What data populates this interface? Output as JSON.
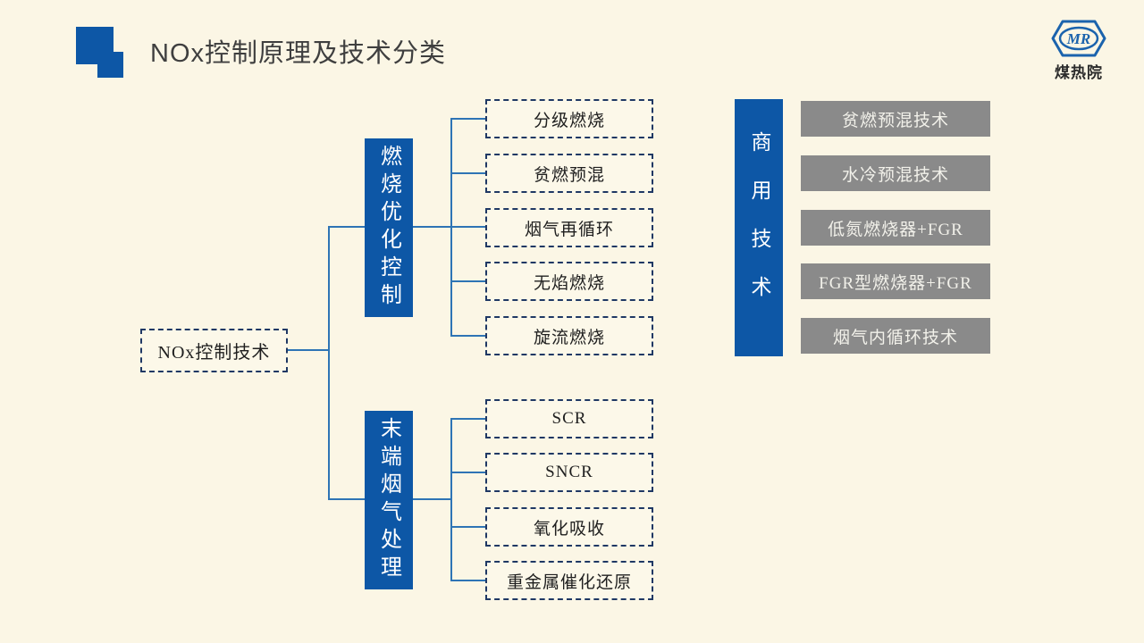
{
  "slide": {
    "title": "NOx控制原理及技术分类"
  },
  "logo": {
    "monogram": "MR",
    "org_name": "煤热院"
  },
  "diagram": {
    "root": {
      "label": "NOx控制技术"
    },
    "branches": [
      {
        "label": "燃烧优化控制",
        "children": [
          "分级燃烧",
          "贫燃预混",
          "烟气再循环",
          "无焰燃烧",
          "旋流燃烧"
        ]
      },
      {
        "label": "末端烟气处理",
        "children": [
          "SCR",
          "SNCR",
          "氧化吸收",
          "重金属催化还原"
        ]
      }
    ],
    "commercial": {
      "label": "商用技术",
      "items": [
        "贫燃预混技术",
        "水冷预混技术",
        "低氮燃烧器+FGR",
        "FGR型燃烧器+FGR",
        "烟气内循环技术"
      ]
    }
  },
  "colors": {
    "background": "#FBF6E5",
    "accent_blue": "#0D57A6",
    "line_blue": "#2E74B5",
    "dash_border": "#1F3864",
    "gray_box": "#8A8A8A"
  }
}
